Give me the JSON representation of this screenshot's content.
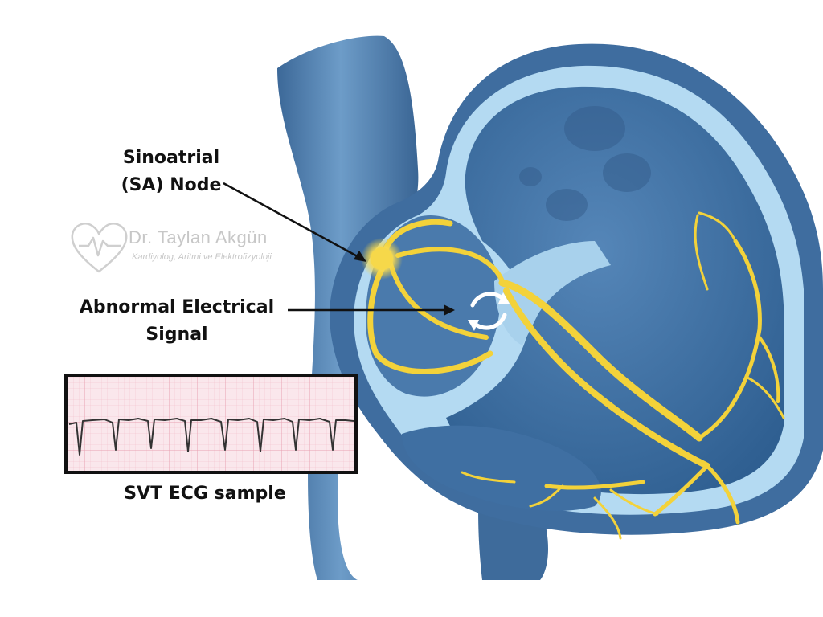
{
  "labels": {
    "sa_node": [
      "Sinoatrial",
      "(SA) Node"
    ],
    "abnormal_signal": [
      "Abnormal Electrical",
      "Signal"
    ],
    "ecg_caption": "SVT ECG sample"
  },
  "watermark": {
    "name": "Dr. Taylan Akgün",
    "tagline": "Kardiyolog, Aritmi ve Elektrofizyoloji"
  },
  "colors": {
    "background": "#ffffff",
    "vessel": "#4f80b0",
    "heart_outer": "#3f6d9f",
    "heart_wall": "#b4daf2",
    "chamber": "#3f6fa2",
    "conduction": "#f3d23a",
    "ecg_paper": "#fae7ec",
    "ecg_trace": "#333333",
    "text": "#111111"
  },
  "icons": [
    "heart-ecg-logo-icon",
    "circular-reentry-arrows-icon"
  ]
}
